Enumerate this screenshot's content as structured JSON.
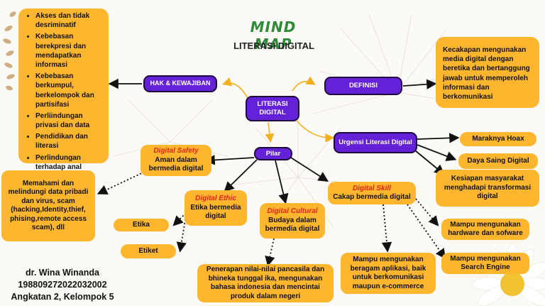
{
  "title": "MIND MAP",
  "subtitle": "LITERASI DIGITAL",
  "center": "LITERASI DIGITAL",
  "hak": {
    "label": "HAK & KEWAJIBAN",
    "items": [
      "Akses dan tidak desriminatif",
      "Kebebasan berekpresi dan mendapatkan informasi",
      "Kebebasan berkumpul, berkelompok dan partisifasi",
      "Perliindungan privasi dan data",
      "Pendidikan dan literasi",
      "Perlindungan terhadap anal"
    ]
  },
  "definisi": {
    "label": "DEFINISI",
    "text": "Kecakapan mengunakan media digital dengan beretika dan bertanggung jawab untuk memperoleh informasi dan berkomunikasi"
  },
  "urgensi": {
    "label": "Urgensi Literasi Digital",
    "items": [
      "Maraknya Hoax",
      "Daya Saing Digital",
      "Kesiapan masyarakat menghadapi transformasi digital"
    ]
  },
  "pilar": {
    "label": "Pilar",
    "safety": {
      "name": "Digital Safety",
      "desc": "Aman dalam bermedia digital",
      "detail": "Memahami dan melindungi data pribadi dan virus, scam (hacking,Identity,thief, phising,remote access scam), dll"
    },
    "ethic": {
      "name": "Digital Ethic",
      "desc": "Etika bermedia digital",
      "items": [
        "Etika",
        "Etiket"
      ]
    },
    "cultural": {
      "name": "Digital Cultural",
      "desc": "Budaya dalam bermedia digital",
      "detail": "Penerapan nilai-nilai pancasila dan bhineka tunggal ika, mengunakan bahasa indonesia dan mencintai produk dalam negeri"
    },
    "skill": {
      "name": "Digital Skill",
      "desc": "Cakap bermedia digital",
      "items": [
        "Mampu mengunakan beragam aplikasi, baik untuk berkomunikasi maupun e-commerce",
        "Mampu mengunakan hardware dan sofware",
        "Mampu mengunakan Search Engine"
      ]
    }
  },
  "author": {
    "name": "dr. Wina Winanda",
    "nip": "198809272022032002",
    "group": "Angkatan 2, Kelompok 5"
  }
}
